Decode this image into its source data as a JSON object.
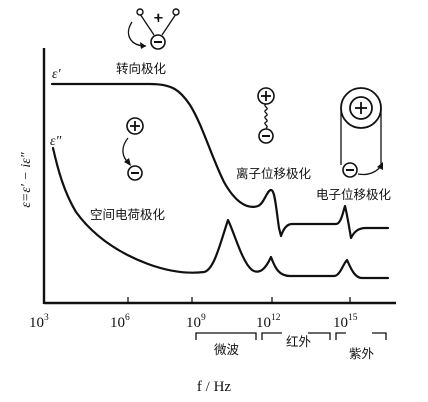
{
  "y_axis_label": "ε=ε′ − iε″",
  "x_axis_label": "f / Hz",
  "x_ticks": [
    {
      "base": "10",
      "exp": "3"
    },
    {
      "base": "10",
      "exp": "6"
    },
    {
      "base": "10",
      "exp": "9"
    },
    {
      "base": "10",
      "exp": "12"
    },
    {
      "base": "10",
      "exp": "15"
    }
  ],
  "curve_labels": {
    "real": "ε′",
    "imag": "ε″"
  },
  "mechanisms": {
    "orientation": "转向极化",
    "ionic": "离子位移极化",
    "electronic": "电子位移极化",
    "space_charge": "空间电荷极化"
  },
  "bands": {
    "microwave": "微波",
    "infrared": "红外",
    "ultraviolet": "紫外"
  },
  "charge_symbols": {
    "plus": "+",
    "minus": "−"
  }
}
